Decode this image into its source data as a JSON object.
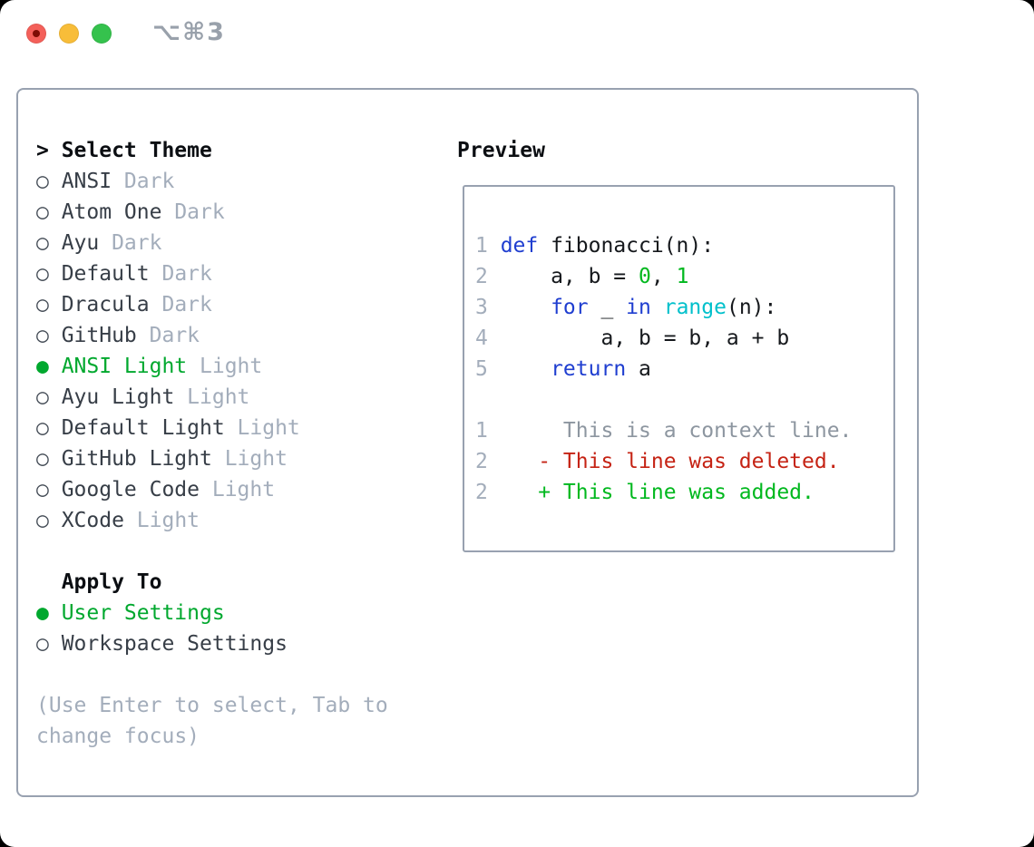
{
  "titlebar": {
    "shortcut": "⌥⌘3",
    "window_controls": [
      {
        "name": "close",
        "color": "#f4605a",
        "dot": true
      },
      {
        "name": "minimize",
        "color": "#f8bd39",
        "dot": false
      },
      {
        "name": "zoom",
        "color": "#35c24d",
        "dot": false
      }
    ]
  },
  "theme_picker": {
    "header_prefix": ">",
    "header": "Select Theme",
    "items": [
      {
        "name": "ANSI",
        "variant": "Dark",
        "selected": false
      },
      {
        "name": "Atom One",
        "variant": "Dark",
        "selected": false
      },
      {
        "name": "Ayu",
        "variant": "Dark",
        "selected": false
      },
      {
        "name": "Default",
        "variant": "Dark",
        "selected": false
      },
      {
        "name": "Dracula",
        "variant": "Dark",
        "selected": false
      },
      {
        "name": "GitHub",
        "variant": "Dark",
        "selected": false
      },
      {
        "name": "ANSI Light",
        "variant": "Light",
        "selected": true
      },
      {
        "name": "Ayu Light",
        "variant": "Light",
        "selected": false
      },
      {
        "name": "Default Light",
        "variant": "Light",
        "selected": false
      },
      {
        "name": "GitHub Light",
        "variant": "Light",
        "selected": false
      },
      {
        "name": "Google Code",
        "variant": "Light",
        "selected": false
      },
      {
        "name": "XCode",
        "variant": "Light",
        "selected": false
      }
    ],
    "radio_unselected_glyph": "○",
    "radio_selected_glyph": "●"
  },
  "apply_to": {
    "header": "Apply To",
    "options": [
      {
        "label": "User Settings",
        "selected": true
      },
      {
        "label": "Workspace Settings",
        "selected": false
      }
    ]
  },
  "hint": "(Use Enter to select, Tab to change focus)",
  "preview": {
    "title": "Preview",
    "code_lines": [
      {
        "num": "1",
        "segments": [
          {
            "t": "def",
            "c": "keyword"
          },
          {
            "t": " fibonacci(n):",
            "c": "plain"
          }
        ]
      },
      {
        "num": "2",
        "segments": [
          {
            "t": "    a, b = ",
            "c": "plain"
          },
          {
            "t": "0",
            "c": "number"
          },
          {
            "t": ", ",
            "c": "plain"
          },
          {
            "t": "1",
            "c": "number"
          }
        ]
      },
      {
        "num": "3",
        "segments": [
          {
            "t": "    ",
            "c": "plain"
          },
          {
            "t": "for",
            "c": "keyword"
          },
          {
            "t": " _ ",
            "c": "plain"
          },
          {
            "t": "in",
            "c": "keyword"
          },
          {
            "t": " ",
            "c": "plain"
          },
          {
            "t": "range",
            "c": "builtin"
          },
          {
            "t": "(n):",
            "c": "plain"
          }
        ]
      },
      {
        "num": "4",
        "segments": [
          {
            "t": "        a, b = b, a + b",
            "c": "plain"
          }
        ]
      },
      {
        "num": "5",
        "segments": [
          {
            "t": "    ",
            "c": "plain"
          },
          {
            "t": "return",
            "c": "keyword"
          },
          {
            "t": " a",
            "c": "plain"
          }
        ]
      }
    ],
    "diff_lines": [
      {
        "num": "1",
        "text": "     This is a context line.",
        "kind": "context"
      },
      {
        "num": "2",
        "text": "   - This line was deleted.",
        "kind": "deleted"
      },
      {
        "num": "2",
        "text": "   + This line was added.",
        "kind": "added"
      }
    ]
  },
  "colors": {
    "selection_green": "#00a82e",
    "keyword_blue": "#1f3ed0",
    "builtin_cyan": "#00c0cb",
    "code_green": "#00b81e",
    "diff_red": "#c52314",
    "muted_gray": "#a3adbb",
    "border_gray": "#98a1b0"
  }
}
